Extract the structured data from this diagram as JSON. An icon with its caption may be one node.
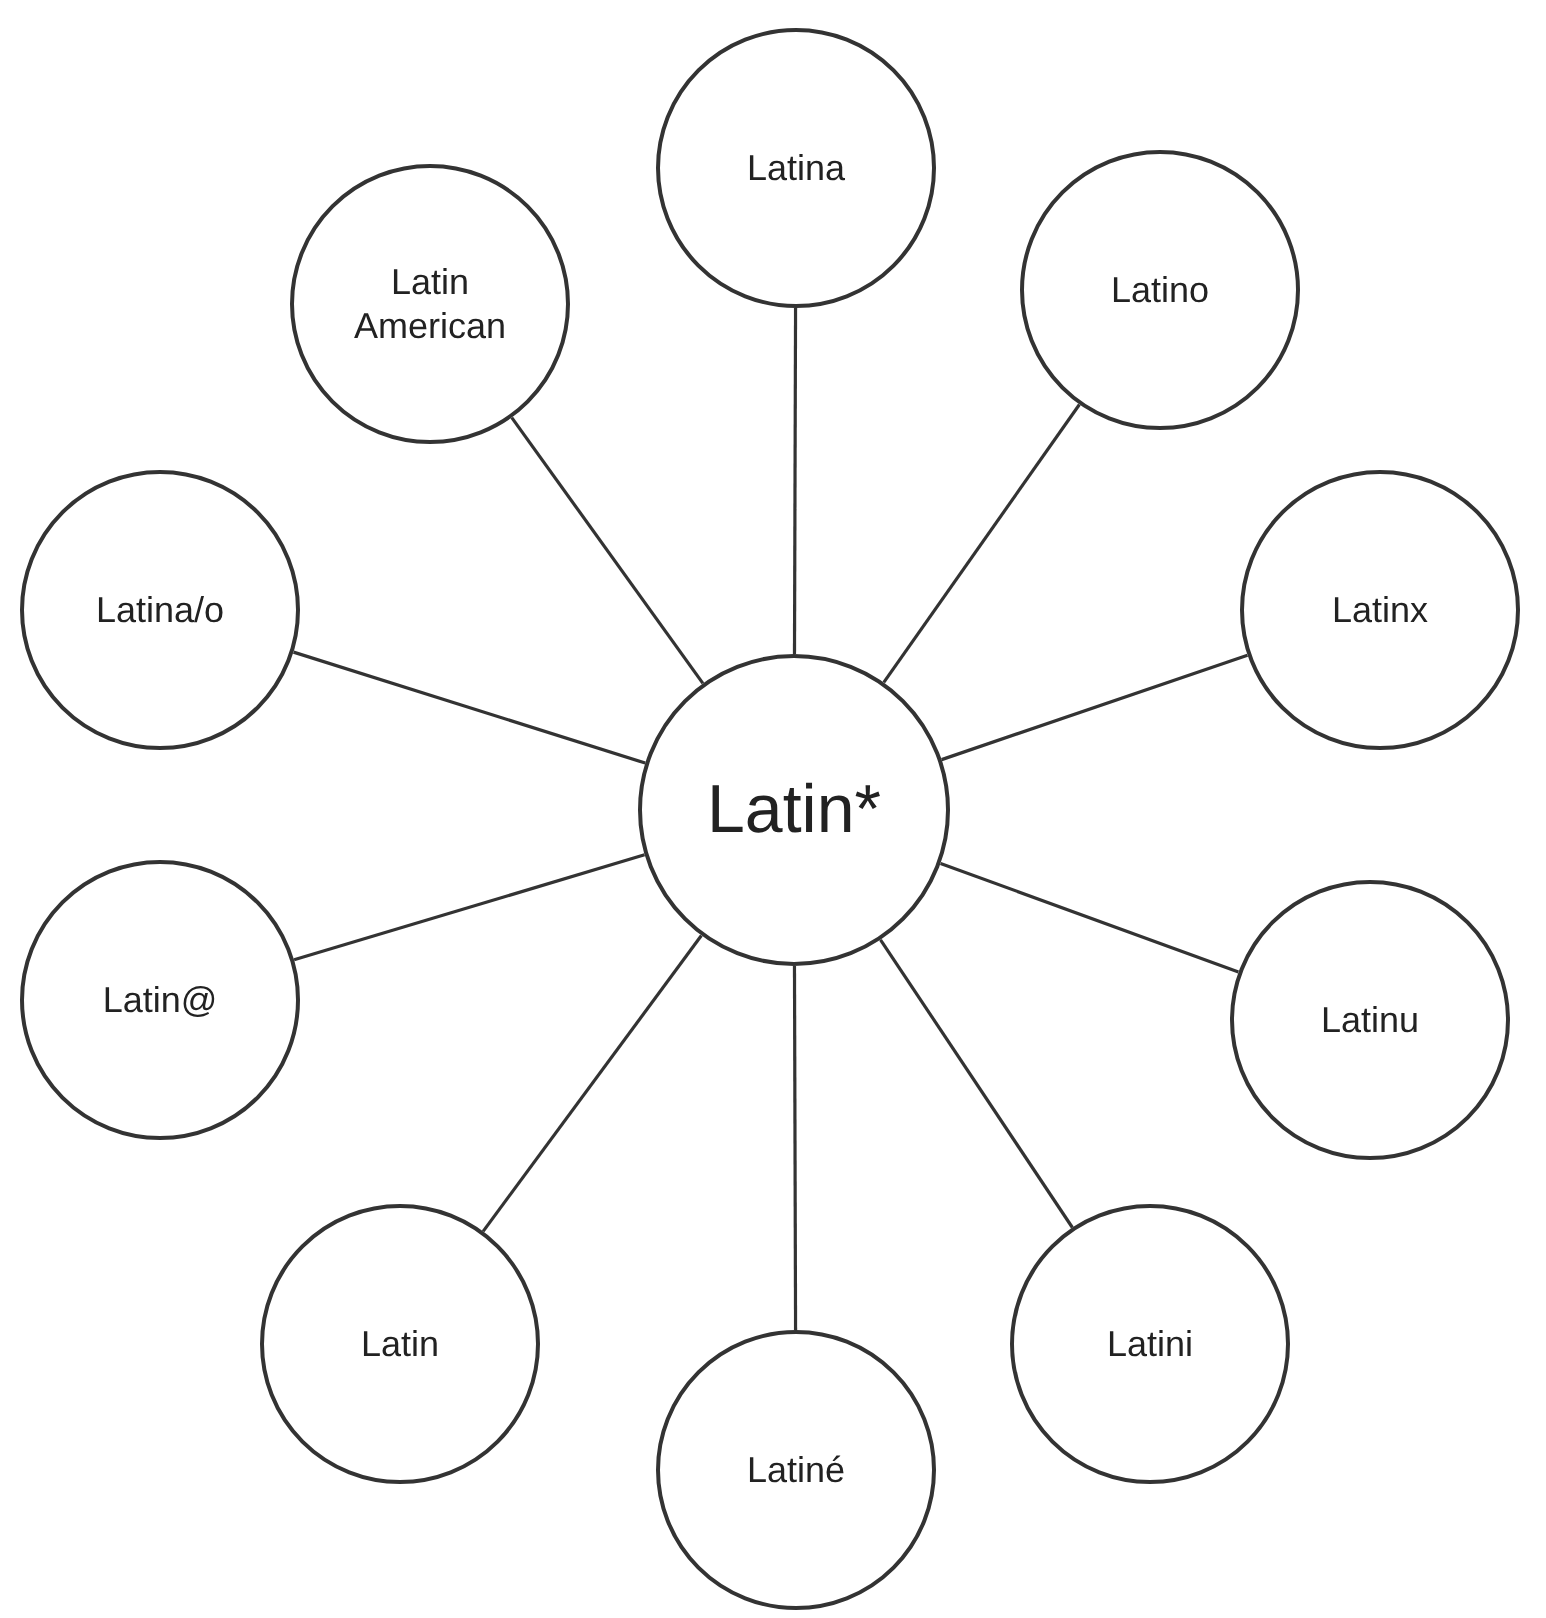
{
  "diagram": {
    "nodes": [
      {
        "text": [
          "Latin*"
        ]
      },
      {
        "text": [
          "Latina"
        ]
      },
      {
        "text": [
          "Latino"
        ]
      },
      {
        "text": [
          "Latinx"
        ]
      },
      {
        "text": [
          "Latinu"
        ]
      },
      {
        "text": [
          "Latini"
        ]
      },
      {
        "text": [
          "Latiné"
        ]
      },
      {
        "text": [
          "Latin"
        ]
      },
      {
        "text": [
          "Latin@"
        ]
      },
      {
        "text": [
          "Latina/o"
        ]
      },
      {
        "text": [
          "Latin American"
        ]
      }
    ],
    "edges": [
      {
        "from": 0,
        "to": 1,
        "arrow": "none"
      },
      {
        "from": 0,
        "to": 2,
        "arrow": "none"
      },
      {
        "from": 0,
        "to": 3,
        "arrow": "none"
      },
      {
        "from": 0,
        "to": 4,
        "arrow": "none"
      },
      {
        "from": 0,
        "to": 5,
        "arrow": "none"
      },
      {
        "from": 0,
        "to": 6,
        "arrow": "none"
      },
      {
        "from": 0,
        "to": 7,
        "arrow": "none"
      },
      {
        "from": 0,
        "to": 8,
        "arrow": "none"
      },
      {
        "from": 0,
        "to": 9,
        "arrow": "none"
      },
      {
        "from": 0,
        "to": 10,
        "arrow": "none"
      }
    ]
  }
}
